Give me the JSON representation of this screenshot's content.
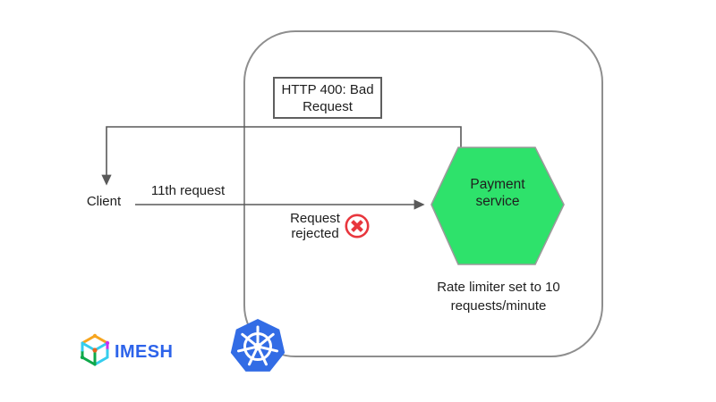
{
  "diagram": {
    "response_box": {
      "label": "HTTP 400: Bad Request"
    },
    "client": {
      "label": "Client"
    },
    "request_arrow": {
      "label": "11th request"
    },
    "rejection": {
      "label": "Request rejected",
      "icon": "circled-x"
    },
    "payment_service": {
      "label": "Payment service",
      "shape": "hexagon"
    },
    "rate_limiter": {
      "label": "Rate limiter set to 10 requests/minute"
    },
    "cluster": {
      "icon": "kubernetes"
    }
  },
  "branding": {
    "imesh_label": "IMESH"
  },
  "colors": {
    "hexagon_green": "#2ee26b",
    "hexagon_border": "#9a9a9a",
    "kubernetes_blue": "#326ce5",
    "reject_red": "#e8363d",
    "imesh_blue": "#2d63ea",
    "line_gray": "#595959",
    "boundary_gray": "#8e8e8e"
  }
}
